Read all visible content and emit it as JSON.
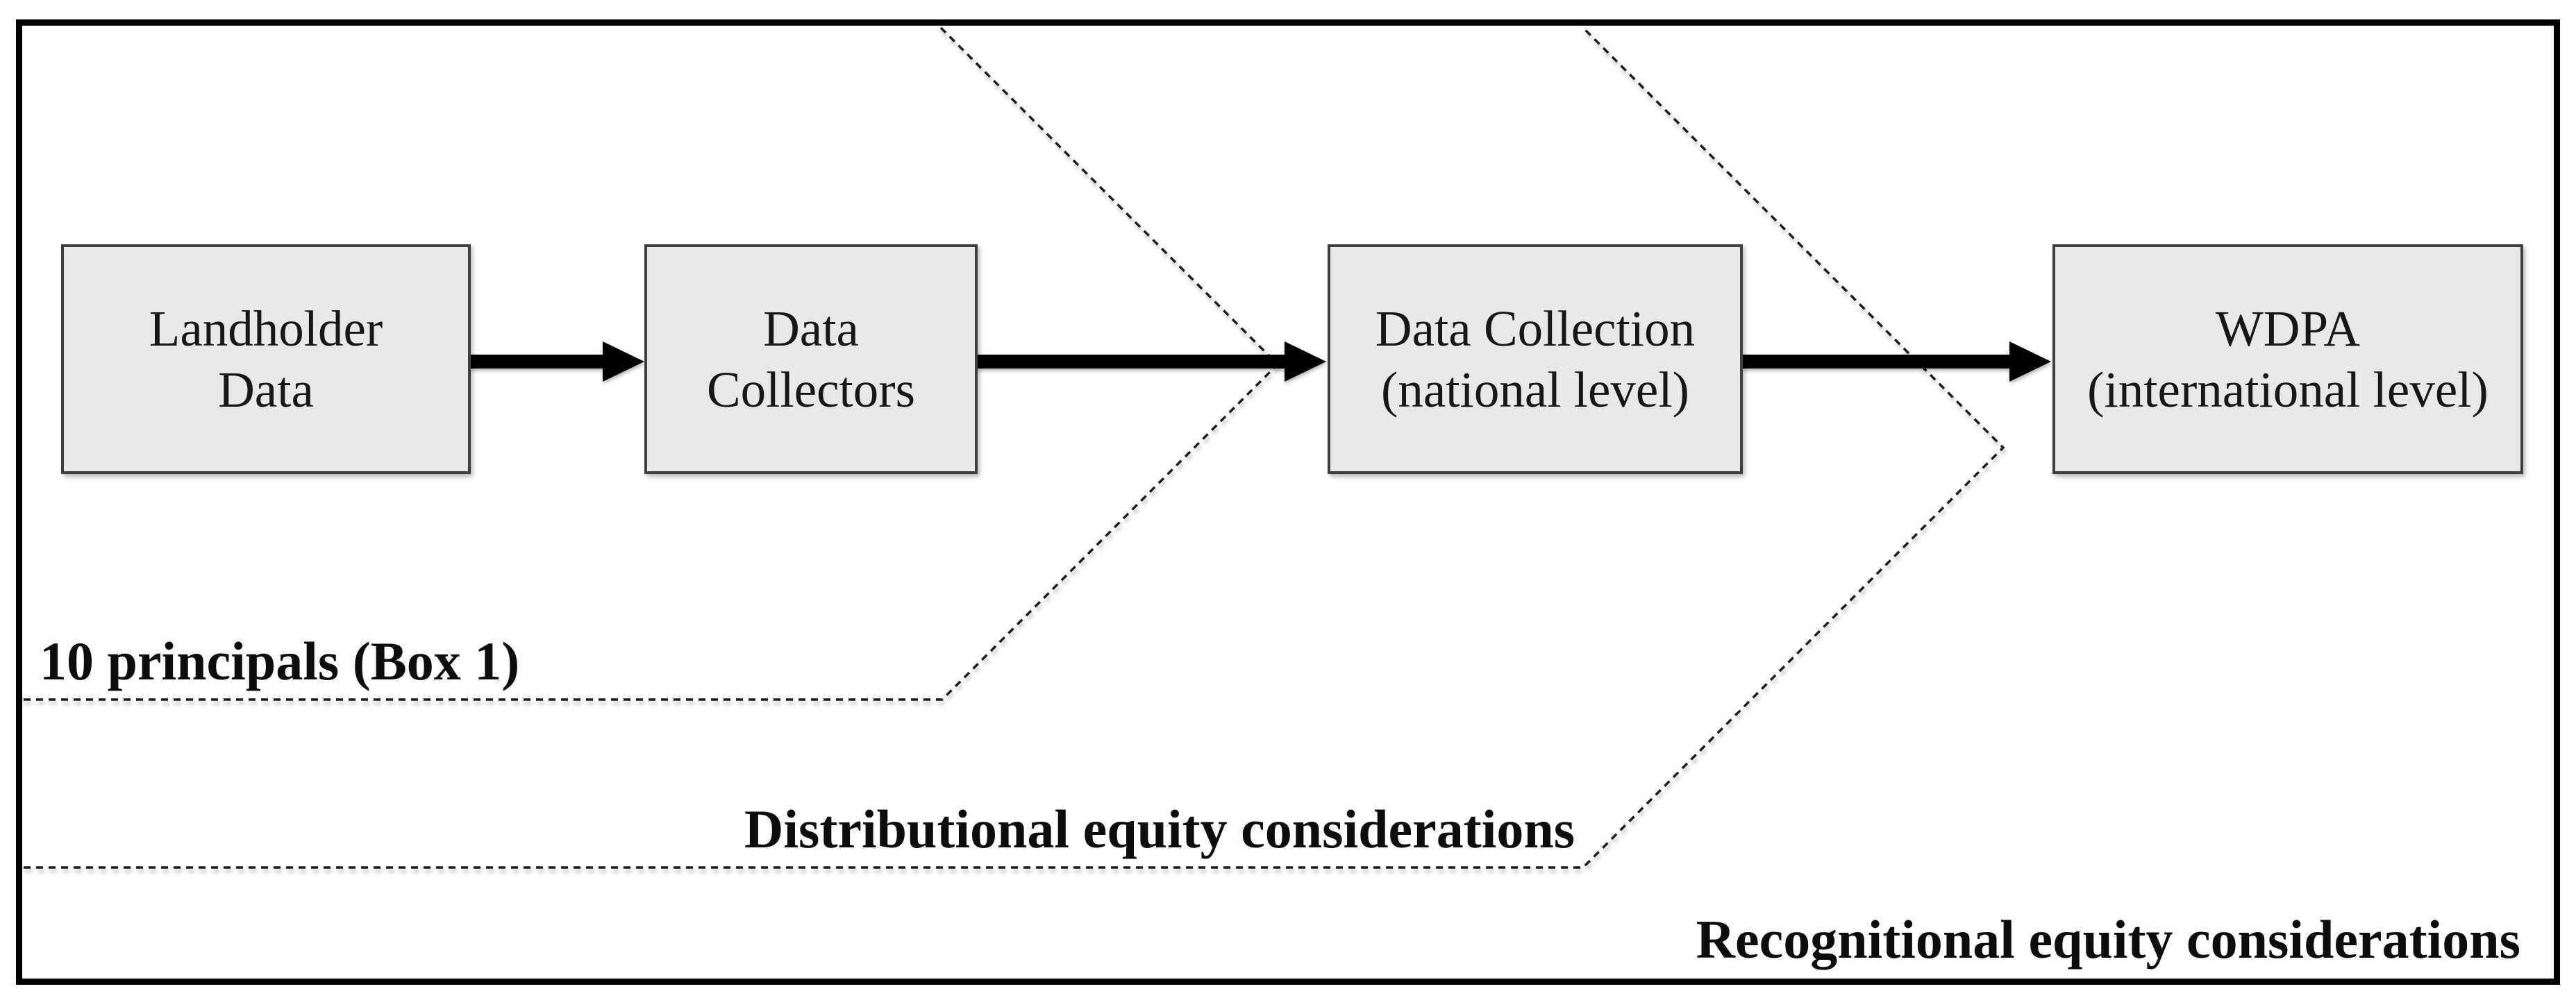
{
  "figure": {
    "type": "flow-diagram",
    "boxes": [
      {
        "lines": [
          "Landholder",
          "Data"
        ]
      },
      {
        "lines": [
          "Data",
          "Collectors"
        ]
      },
      {
        "lines": [
          "Data Collection",
          "(national level)"
        ]
      },
      {
        "lines": [
          "WDPA",
          "(international level)"
        ]
      }
    ],
    "arrows": [
      {
        "from": "Landholder Data",
        "to": "Data Collectors"
      },
      {
        "from": "Data Collectors",
        "to": "Data Collection (national level)"
      },
      {
        "from": "Data Collection (national level)",
        "to": "WDPA (international level)"
      }
    ],
    "zone_labels": [
      {
        "text": "10 principals (Box 1)"
      },
      {
        "text": "Distributional equity considerations"
      },
      {
        "text": "Recognitional equity considerations"
      }
    ],
    "colors": {
      "box_fill": "#e9e8e8",
      "box_border": "#3f3f3f",
      "frame_border": "#000000",
      "dashed_line": "#1c1c1c",
      "arrow": "#000000"
    }
  }
}
